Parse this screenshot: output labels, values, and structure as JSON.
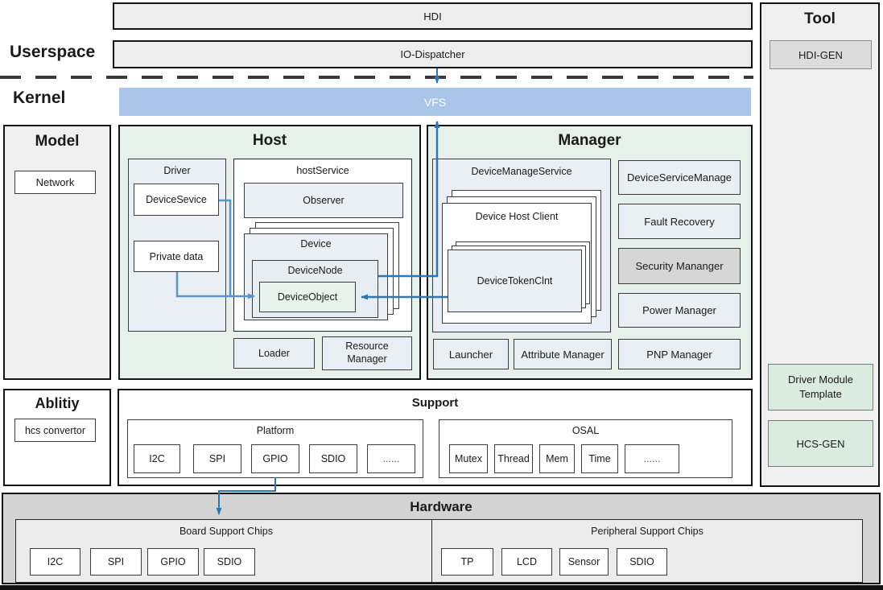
{
  "labels": {
    "userspace": "Userspace",
    "kernel": "Kernel"
  },
  "top": {
    "hdi": "HDI",
    "io_dispatcher": "IO-Dispatcher",
    "vfs": "VFS"
  },
  "model": {
    "title": "Model",
    "network": "Network"
  },
  "host": {
    "title": "Host",
    "driver": {
      "title": "Driver",
      "device_sevice": "DeviceSevice",
      "private_data": "Private data"
    },
    "host_service": {
      "title": "hostService",
      "observer": "Observer",
      "device": "Device",
      "device_node": "DeviceNode",
      "device_object": "DeviceObject"
    },
    "loader": "Loader",
    "resource_manager": "Resource Manager"
  },
  "manager": {
    "title": "Manager",
    "device_manage_service": "DeviceManageService",
    "device_host_client": "Device Host Client",
    "device_token_clnt": "DeviceTokenClnt",
    "right_items": [
      "DeviceServiceManage",
      "Fault Recovery",
      "Security Mananger",
      "Power Manager"
    ],
    "bottom_items": [
      "Launcher",
      "Attribute Manager",
      "PNP Manager"
    ]
  },
  "ability": {
    "title": "Ablitiy",
    "hcs_convertor": "hcs convertor"
  },
  "support": {
    "title": "Support",
    "platform": {
      "title": "Platform",
      "chips": [
        "I2C",
        "SPI",
        "GPIO",
        "SDIO",
        "......"
      ]
    },
    "osal": {
      "title": "OSAL",
      "chips": [
        "Mutex",
        "Thread",
        "Mem",
        "Time",
        "......"
      ]
    }
  },
  "tool": {
    "title": "Tool",
    "hdi_gen": "HDI-GEN",
    "driver_module_template": "Driver Module Template",
    "hcs_gen": "HCS-GEN"
  },
  "hardware": {
    "title": "Hardware",
    "board": {
      "title": "Board Support Chips",
      "chips": [
        "I2C",
        "SPI",
        "GPIO",
        "SDIO"
      ]
    },
    "peripheral": {
      "title": "Peripheral Support Chips",
      "chips": [
        "TP",
        "LCD",
        "Sensor",
        "SDIO"
      ]
    }
  },
  "colors": {
    "arrow_dark": "#2e75b6",
    "arrow_light": "#5b92d0",
    "vfs_fill": "#a9c6e8",
    "mint": "#e7f1eb",
    "mint_box": "#e9f3ed",
    "mint_tool": "#d9ecdf",
    "pale_blue": "#e9eff5",
    "gray_fill": "#ededed",
    "gray_box": "#d6d6d6",
    "hardware_bg": "#d3d3d3",
    "hardware_inner": "#ececec"
  }
}
